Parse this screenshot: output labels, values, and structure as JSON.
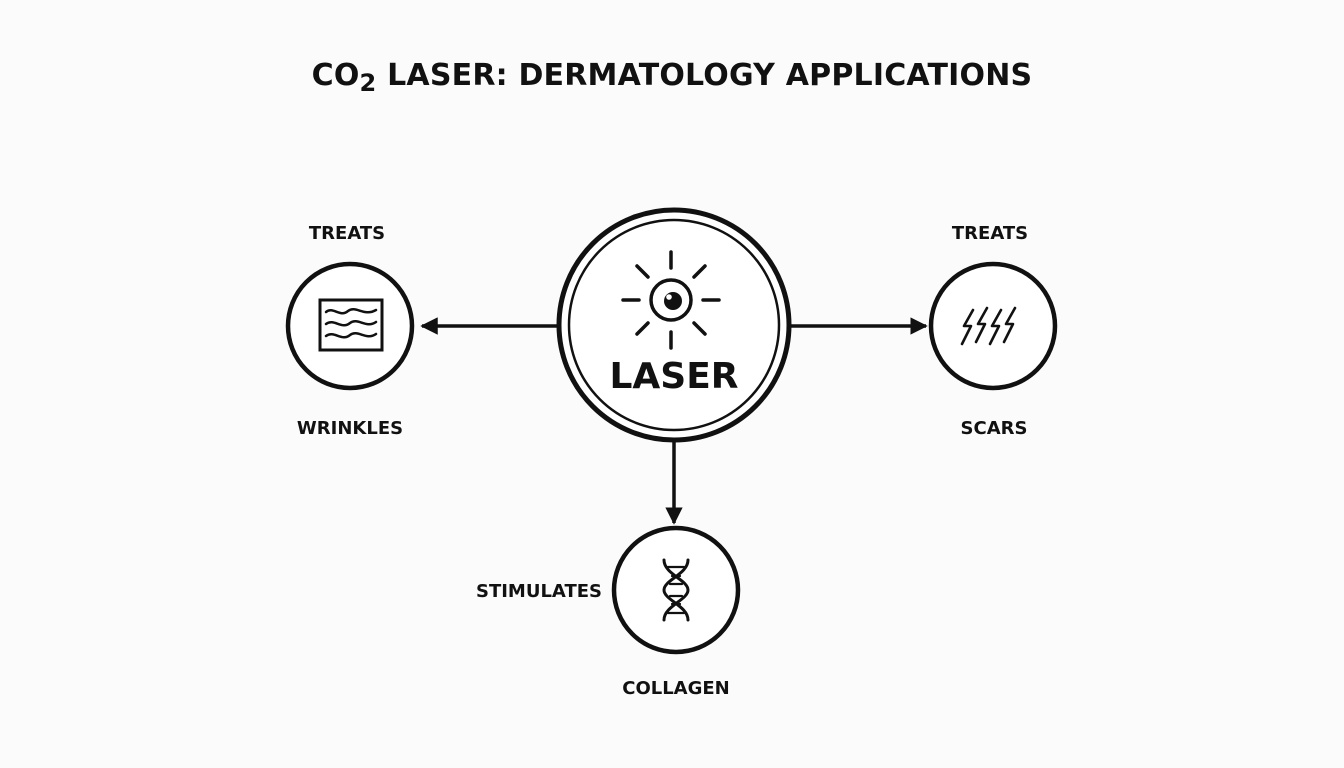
{
  "title": {
    "prefix": "CO",
    "subscript": "2",
    "rest": " LASER: DERMATOLOGY APPLICATIONS"
  },
  "center_node": {
    "label": "LASER",
    "icon": "laser-eye-icon"
  },
  "left_node": {
    "relation": "TREATS",
    "label": "WRINKLES",
    "icon": "wrinkled-skin-icon"
  },
  "right_node": {
    "relation": "TREATS",
    "label": "SCARS",
    "icon": "scar-marks-icon"
  },
  "bottom_node": {
    "relation": "STIMULATES",
    "label": "COLLAGEN",
    "icon": "dna-helix-icon"
  },
  "colors": {
    "stroke": "#111111",
    "background": "#fbfbfb"
  }
}
